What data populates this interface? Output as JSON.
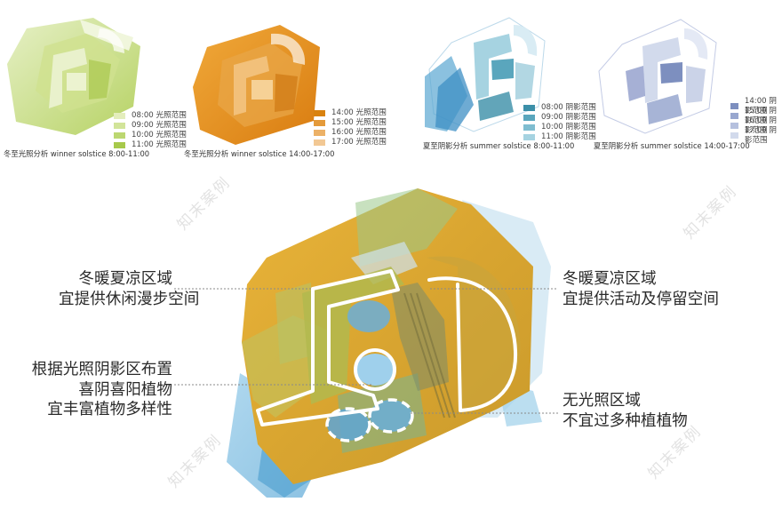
{
  "top_panels": [
    {
      "caption": "冬至光照分析 winner solstice 8:00-11:00",
      "legend": [
        {
          "label": "08:00 光照范围",
          "color": "#e3edbc"
        },
        {
          "label": "09:00 光照范围",
          "color": "#d2e49a"
        },
        {
          "label": "10:00 光照范围",
          "color": "#bcd771"
        },
        {
          "label": "11:00 光照范围",
          "color": "#a7c94b"
        }
      ]
    },
    {
      "caption": "冬至光照分析 winner solstice 14:00-17:00",
      "legend": [
        {
          "label": "14:00 光照范围",
          "color": "#d9820f"
        },
        {
          "label": "15:00 光照范围",
          "color": "#e49a3a"
        },
        {
          "label": "16:00 光照范围",
          "color": "#ecb167"
        },
        {
          "label": "17:00 光照范围",
          "color": "#f2c894"
        }
      ]
    },
    {
      "caption": "夏至阴影分析 summer solstice 8:00-11:00",
      "legend": [
        {
          "label": "08:00 阴影范围",
          "color": "#3b8fa8"
        },
        {
          "label": "09:00 阴影范围",
          "color": "#5aa6bd"
        },
        {
          "label": "10:00 阴影范围",
          "color": "#7fbdd0"
        },
        {
          "label": "11:00 阴影范围",
          "color": "#a6d3e1"
        }
      ]
    },
    {
      "caption": "夏至阴影分析 summer solstice 14:00-17:00",
      "legend": [
        {
          "label": "14:00 阴影范围",
          "color": "#7d8fbf"
        },
        {
          "label": "15:00 阴影范围",
          "color": "#98a7cf"
        },
        {
          "label": "16:00 阴影范围",
          "color": "#b5c0de"
        },
        {
          "label": "17:00 阴影范围",
          "color": "#d2daec"
        }
      ]
    }
  ],
  "callouts": {
    "left_1": [
      "冬暖夏凉区域",
      "宜提供休闲漫步空间"
    ],
    "left_2": [
      "根据光照阴影区布置",
      "喜阴喜阳植物",
      "宜丰富植物多样性"
    ],
    "right_1": [
      "冬暖夏凉区域",
      "宜提供活动及停留空间"
    ],
    "right_2": [
      "无光照区域",
      "不宜过多种植植物"
    ]
  },
  "watermark": "知末案例",
  "colors": {
    "green": "#b7d36a",
    "orange": "#e2a12a",
    "blue": "#3e94c4",
    "navy": "#5d6fb3",
    "highlight": "#ffffff"
  }
}
